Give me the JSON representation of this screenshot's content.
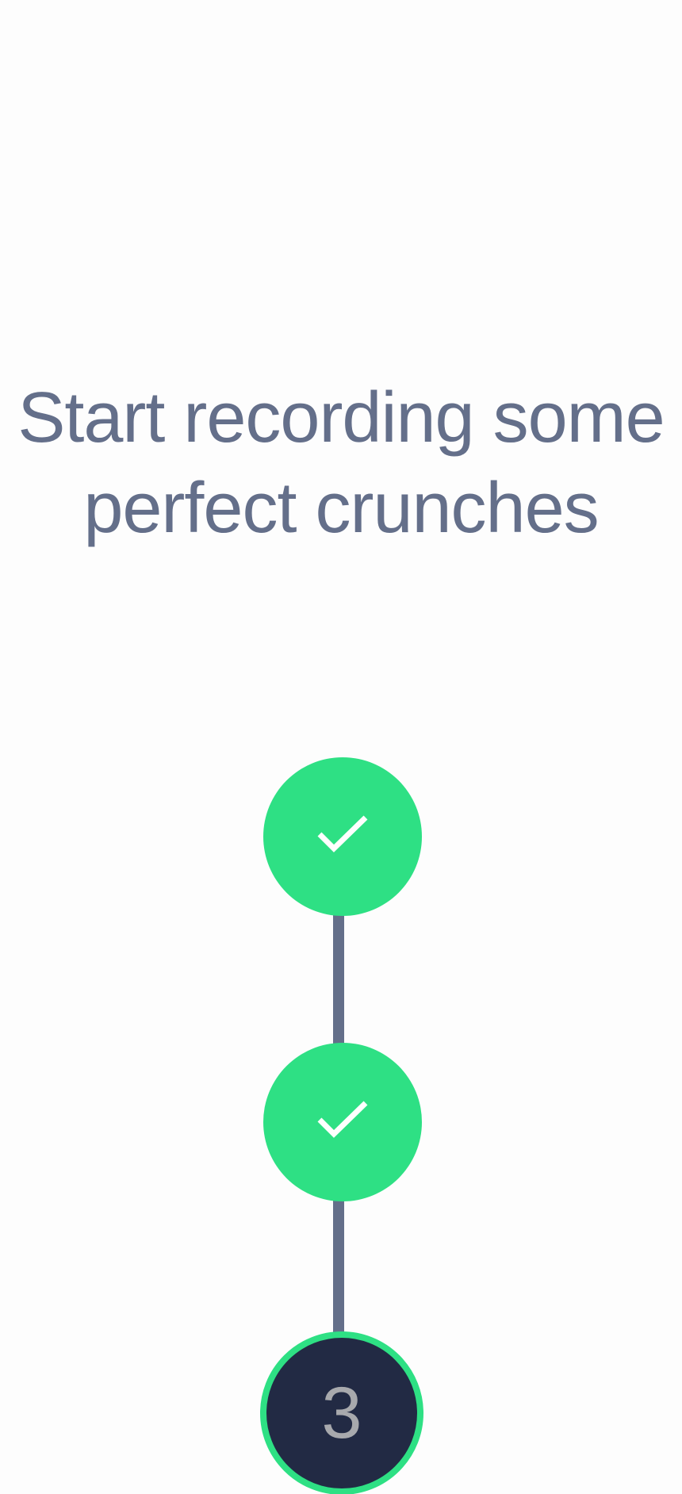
{
  "heading": {
    "line1": "Start recording some",
    "line2": "perfect crunches"
  },
  "steps": [
    {
      "state": "completed",
      "icon": "check-icon"
    },
    {
      "state": "completed",
      "icon": "check-icon"
    },
    {
      "state": "current",
      "label": "3"
    }
  ],
  "colors": {
    "text": "#646f8a",
    "completed": "#2ee084",
    "current_fill": "#222a44",
    "connector": "#646f8a",
    "number": "#a8a9ad"
  }
}
